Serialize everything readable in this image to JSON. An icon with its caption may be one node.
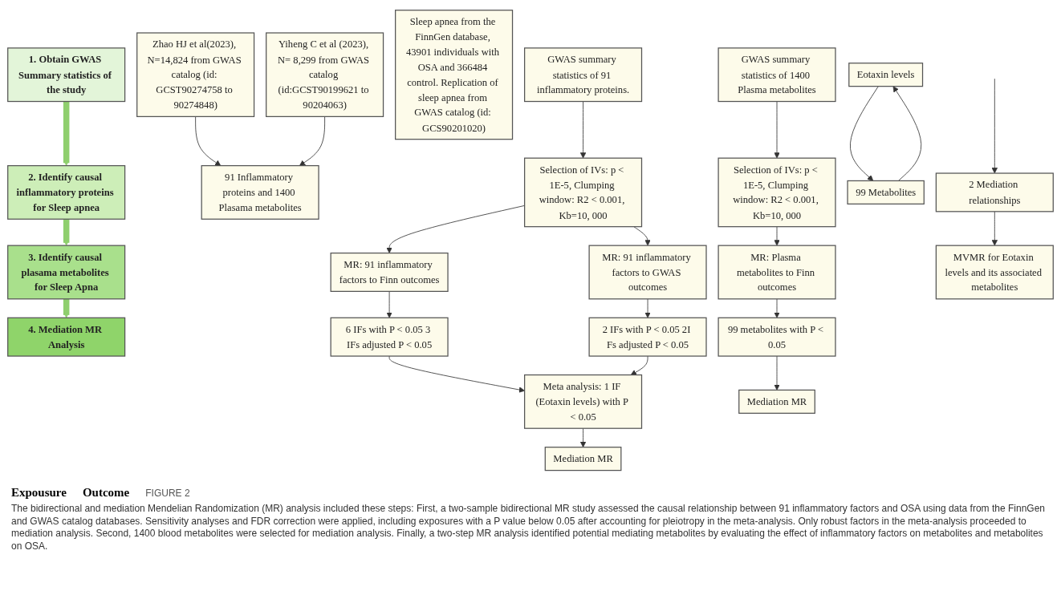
{
  "diagram": {
    "caption": "The bidirectional and mediation Mendelian Randomization (MR) analysis included these steps: First, a two-sample bidirectional MR study assessed the causal relationship between 91 inflammatory factors and OSA using data from the FinnGen and GWAS catalog databases. Sensitivity analyses and FDR correction were applied, including exposures with a P value below 0.05 after accounting for pleiotropy in the meta-analysis. Only robust factors in the meta-analysis proceeded to mediation analysis. Second, 1400 blood metabolites were selected for mediation analysis. Finally, a two-step MR analysis identified potential mediating metabolites by evaluating the effect of inflammatory factors on metabolites and metabolites on OSA.",
    "nodes": [
      {
        "text": [
          "1. Obtain GWAS Summary statistics of the study"
        ]
      },
      {
        "text": [
          "2. Identify causal inflammatory proteins for Sleep apnea"
        ]
      },
      {
        "text": [
          "3. Identify causal plasama metabolites for Sleep Apna"
        ]
      },
      {
        "text": [
          "4. Mediation MR Analysis"
        ]
      },
      {
        "text": [
          "Zhao HJ et al(2023), N=14,824 from GWAS catalog (id: GCST90274758 to 90274848)"
        ]
      },
      {
        "text": [
          "Yiheng C et al (2023), N= 8,299 from GWAS catalog (id:GCST90199621 to 90204063)"
        ]
      },
      {
        "text": [
          "91 Inflammatory proteins and 1400 Plasama metabolites"
        ]
      },
      {
        "text": [
          "Sleep apnea from the FinnGen database, 43901 individuals with OSA and 366484 control. Replication of sleep apnea from GWAS catalog (id: GCS90201020)"
        ]
      },
      {
        "text": [
          "GWAS summary statistics of 91 inflammatory proteins."
        ]
      },
      {
        "text": [
          "Selection of IVs: p < 1E-5, Clumping window: R2 < 0.001, Kb=10, 000"
        ]
      },
      {
        "text": [
          "MR: 91 inflammatory factors to Finn outcomes"
        ]
      },
      {
        "text": [
          "MR: 91 inflammatory factors to GWAS outcomes"
        ]
      },
      {
        "text": [
          "6 IFs with P < 0.05 3 IFs adjusted P < 0.05"
        ]
      },
      {
        "text": [
          "2 IFs with P < 0.05 2I Fs adjusted P < 0.05"
        ]
      },
      {
        "text": [
          "Meta analysis: 1 IF (Eotaxin levels) with P < 0.05"
        ]
      },
      {
        "text": [
          "Mediation MR"
        ]
      },
      {
        "text": [
          "GWAS summary statistics of 1400 Plasma metabolites"
        ]
      },
      {
        "text": [
          "Selection of IVs: p < 1E-5, Clumping window: R2 < 0.001, Kb=10, 000"
        ]
      },
      {
        "text": [
          "MR: Plasma metabolites to Finn outcomes"
        ]
      },
      {
        "text": [
          "99 metabolites with P < 0.05"
        ]
      },
      {
        "text": [
          "Mediation MR"
        ]
      },
      {
        "text": [
          "Eotaxin levels"
        ]
      },
      {
        "text": [
          "99 Metabolites"
        ]
      },
      {
        "text": [
          "2 Mediation relationships"
        ]
      },
      {
        "text": [
          "MVMR for Eotaxin levels and its associated metabolites"
        ]
      }
    ],
    "edges": [
      {
        "from": 0,
        "to": 1,
        "arrow": "to",
        "style": "thick",
        "color": "#8fcf6e"
      },
      {
        "from": 1,
        "to": 2,
        "arrow": "to",
        "style": "thick",
        "color": "#8fcf6e"
      },
      {
        "from": 2,
        "to": 3,
        "arrow": "to",
        "style": "thick",
        "color": "#8fcf6e"
      },
      {
        "from": 4,
        "to": 6,
        "arrow": "to"
      },
      {
        "from": 5,
        "to": 6,
        "arrow": "to"
      },
      {
        "from": 8,
        "to": 9,
        "arrow": "to"
      },
      {
        "from": 9,
        "to": 10,
        "arrow": "to"
      },
      {
        "from": 9,
        "to": 11,
        "arrow": "to"
      },
      {
        "from": 10,
        "to": 12,
        "arrow": "to"
      },
      {
        "from": 11,
        "to": 13,
        "arrow": "to"
      },
      {
        "from": 12,
        "to": 14,
        "arrow": "to"
      },
      {
        "from": 13,
        "to": 14,
        "arrow": "to"
      },
      {
        "from": 14,
        "to": 15,
        "arrow": "to"
      },
      {
        "from": 16,
        "to": 17,
        "arrow": "to"
      },
      {
        "from": 17,
        "to": 18,
        "arrow": "to"
      },
      {
        "from": 18,
        "to": 19,
        "arrow": "to"
      },
      {
        "from": 19,
        "to": 20,
        "arrow": "to"
      },
      {
        "from": 21,
        "to": 22,
        "arrow": "to"
      },
      {
        "from": 22,
        "to": 21,
        "arrow": "to"
      },
      {
        "from": null,
        "to": 23,
        "arrow": "to"
      },
      {
        "from": 23,
        "to": 24,
        "arrow": "to"
      }
    ],
    "labels": [
      "Expousure",
      "Outcome",
      "FIGURE 2"
    ]
  }
}
